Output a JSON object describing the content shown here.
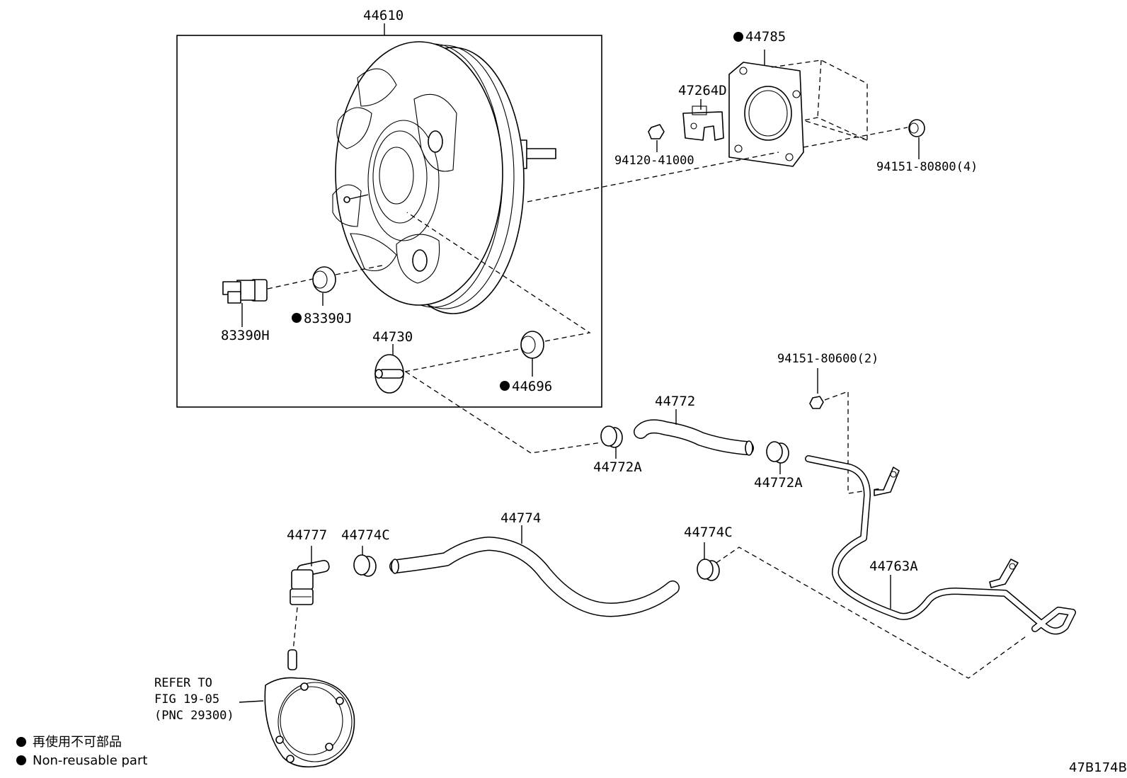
{
  "labels": {
    "p44610": "44610",
    "p44785": "44785",
    "p47264D": "47264D",
    "p94120": "94120-41000",
    "p94151_80800": "94151-80800(4)",
    "p83390H": "83390H",
    "p83390J": "83390J",
    "p44730": "44730",
    "p44696": "44696",
    "p94151_80600": "94151-80600(2)",
    "p44772": "44772",
    "p44772A_1": "44772A",
    "p44772A_2": "44772A",
    "p44777": "44777",
    "p44774C_1": "44774C",
    "p44774": "44774",
    "p44774C_2": "44774C",
    "p44763A": "44763A"
  },
  "refer": {
    "line1": "REFER TO",
    "line2": "FIG 19-05",
    "line3": "(PNC 29300)"
  },
  "legend": {
    "jp": "再使用不可部品",
    "en": "Non-reusable part"
  },
  "figure_id": "47B174B"
}
